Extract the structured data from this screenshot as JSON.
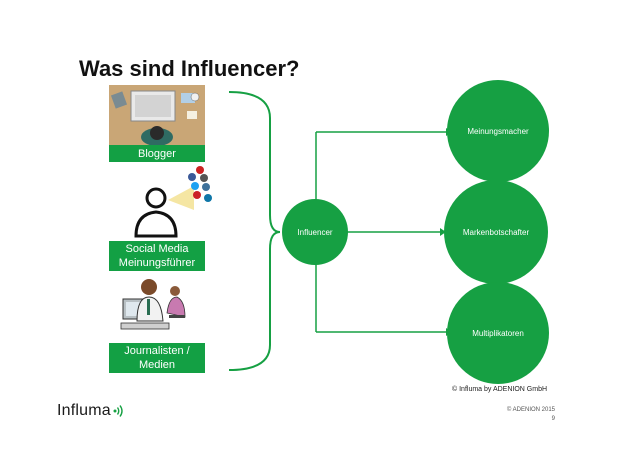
{
  "title": "Was sind Influencer?",
  "left_labels": {
    "blogger": "Blogger",
    "social_media_line1": "Social Media",
    "social_media_line2": "Meinungsführer",
    "journalists_line1": "Journalisten /",
    "journalists_line2": "Medien"
  },
  "center_node": "Influencer",
  "right_nodes": {
    "top": "Meinungsmacher",
    "middle": "Markenbotschafter",
    "bottom": "Multiplikatoren"
  },
  "caption": "© Influma by ADENION GmbH",
  "logo_text": "Influma",
  "footer": {
    "copyright": "© ADENION 2015",
    "page_number": "9"
  },
  "colors": {
    "brand_green": "#16a043",
    "label_green": "#13a044"
  },
  "icons": [
    "blogger-desk-icon",
    "social-media-person-icon",
    "journalist-desk-icon",
    "signal-waves-icon"
  ]
}
